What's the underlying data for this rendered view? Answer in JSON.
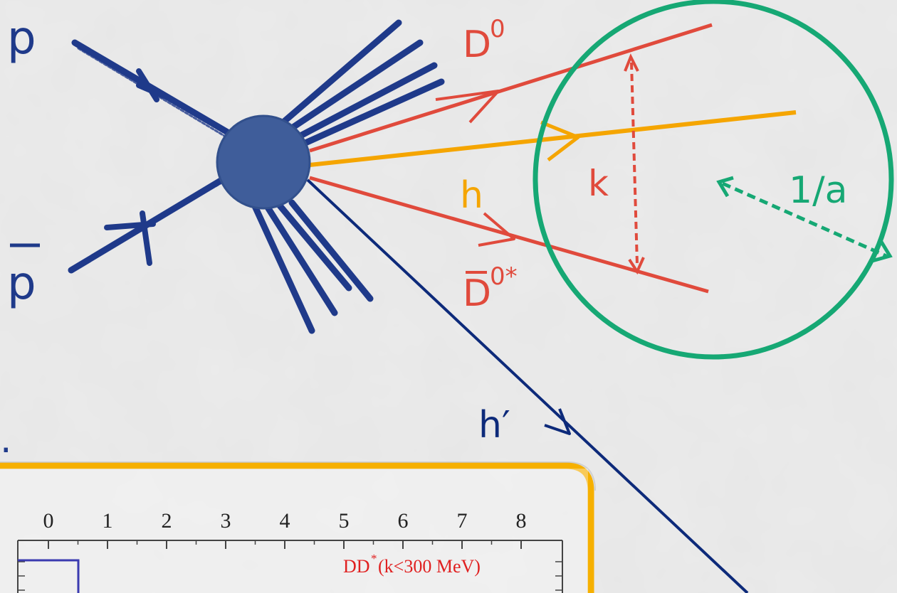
{
  "labels": {
    "proton": "p",
    "antiproton": "p",
    "d0": "D",
    "d0_sup": "0",
    "h": "h",
    "dbar0star": "D",
    "dbar0star_sup": "0*",
    "k": "k",
    "inv_a": "1/a",
    "h_prime": "h′",
    "ellipsis": "."
  },
  "inset_plot": {
    "axis_ticks": [
      "0",
      "1",
      "2",
      "3",
      "4",
      "5",
      "6",
      "7",
      "8"
    ],
    "annotation_main": "DD",
    "annotation_sup": "*",
    "annotation_rest": "(k<300  MeV)"
  },
  "colors": {
    "beam_blue": "#1f3a8a",
    "vertex_blue": "#3f5d9a",
    "meson_red": "#e04a3c",
    "hadron_orange": "#f5a500",
    "outgoing_navy": "#0d2a7a",
    "circle_green": "#16a874",
    "box_orange": "#f6b000",
    "plot_line": "#3b3bb0",
    "plot_label": "#e02020"
  }
}
